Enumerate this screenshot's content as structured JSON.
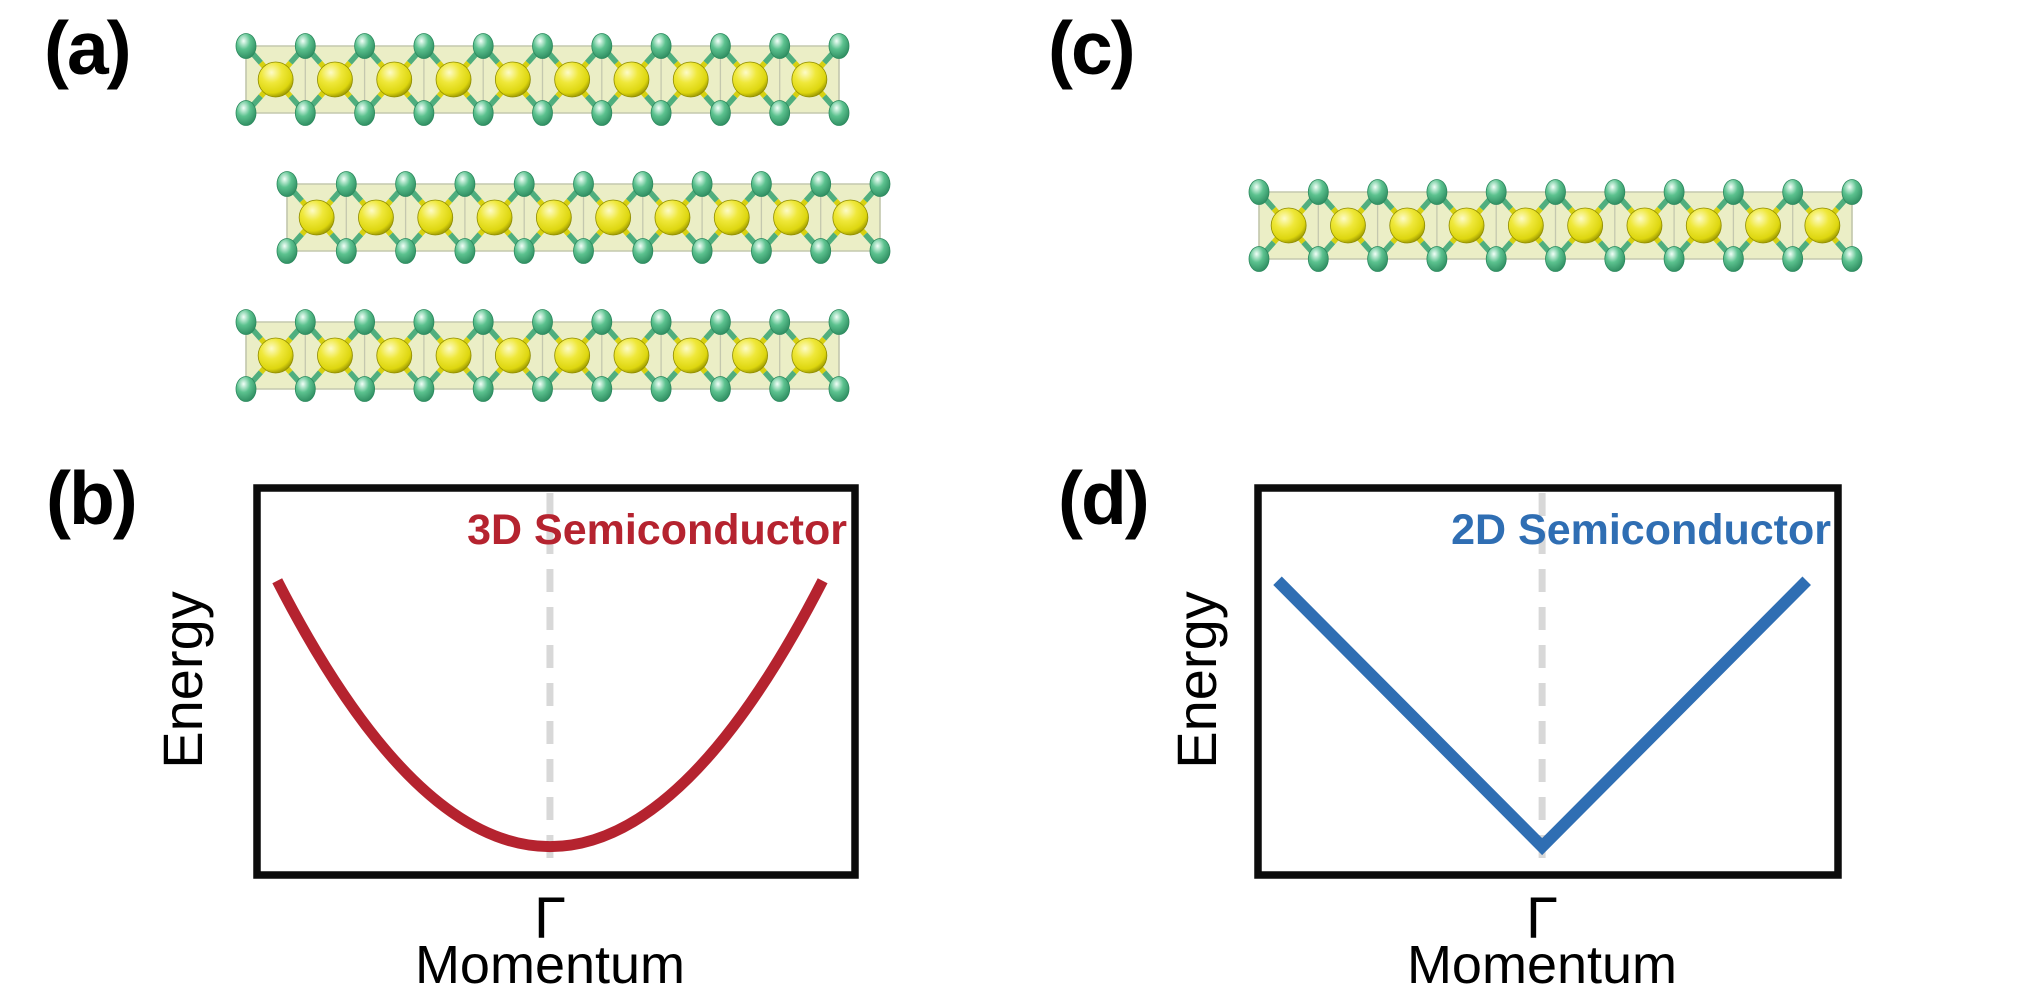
{
  "panels": {
    "a": {
      "label": "(a)"
    },
    "b": {
      "label": "(b)"
    },
    "c": {
      "label": "(c)"
    },
    "d": {
      "label": "(d)"
    }
  },
  "structures": {
    "bulk": {
      "panel": "a",
      "layer_count": 3,
      "units_per_layer": 10,
      "green_columns_per_row": 11,
      "rows_per_layer": [
        "green-top",
        "yellow-middle",
        "green-bottom"
      ]
    },
    "monolayer": {
      "panel": "c",
      "layer_count": 1,
      "units_per_layer": 10,
      "green_columns_per_row": 11,
      "rows_per_layer": [
        "green-top",
        "yellow-middle",
        "green-bottom"
      ]
    }
  },
  "colors": {
    "band_3d_red": "#b5232f",
    "band_2d_blue": "#2f6eb3",
    "gamma_dash_gray": "#d8d8d8",
    "axis_black": "#0c0c0c",
    "atom_green_highlight": "#f2fff8",
    "atom_green_mid": "#5cc28f",
    "atom_green_edge": "#2c8a5e",
    "atom_yellow_highlight": "#fdfbc8",
    "atom_yellow_mid": "#efe83a",
    "atom_yellow_deep": "#ddd60f",
    "atom_yellow_edge": "#8f8c00",
    "bond_green": "#4fae7e",
    "bond_yellow": "#d7d110",
    "slab_fill": "#ebeec6",
    "slab_edge": "#c4c8ae"
  },
  "chart_data": [
    {
      "type": "line",
      "panel": "b",
      "title": "3D Semiconductor",
      "xlabel": "Momentum",
      "ylabel": "Energy",
      "x_tick_labels": [
        "Γ"
      ],
      "axes_numeric": false,
      "grid": "single dashed vertical line at Gamma",
      "series": [
        {
          "name": "3D Semiconductor band",
          "shape": "parabola",
          "color": "#b5232f",
          "stroke_width": 11,
          "x_center_frac": 0.49,
          "half_width_frac": 0.45,
          "y_end_frac": 0.755,
          "y_min_frac": 0.082
        }
      ]
    },
    {
      "type": "line",
      "panel": "d",
      "title": "2D Semiconductor",
      "xlabel": "Momentum",
      "ylabel": "Energy",
      "x_tick_labels": [
        "Γ"
      ],
      "axes_numeric": false,
      "grid": "single dashed vertical line at Gamma",
      "series": [
        {
          "name": "2D Semiconductor band",
          "shape": "v",
          "color": "#2f6eb3",
          "stroke_width": 12,
          "x_center_frac": 0.49,
          "half_width_frac": 0.45,
          "y_end_frac": 0.755,
          "y_min_frac": 0.082
        }
      ]
    }
  ]
}
